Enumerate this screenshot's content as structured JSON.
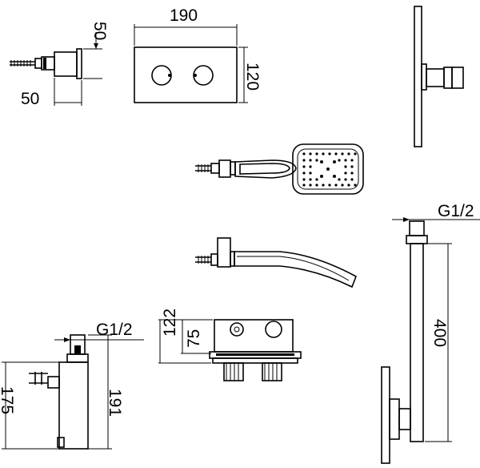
{
  "dimensions": {
    "wall_plate_depth": "50",
    "wall_plate_height": "50",
    "control_plate_width": "190",
    "control_plate_height": "120",
    "arm_thread": "G1/2",
    "arm_length": "400",
    "spout_thread": "G1/2",
    "spout_height_a": "175",
    "spout_height_b": "191",
    "valve_height": "122",
    "valve_inlet_height": "75"
  },
  "colors": {
    "line": "#000000",
    "background": "#ffffff"
  }
}
